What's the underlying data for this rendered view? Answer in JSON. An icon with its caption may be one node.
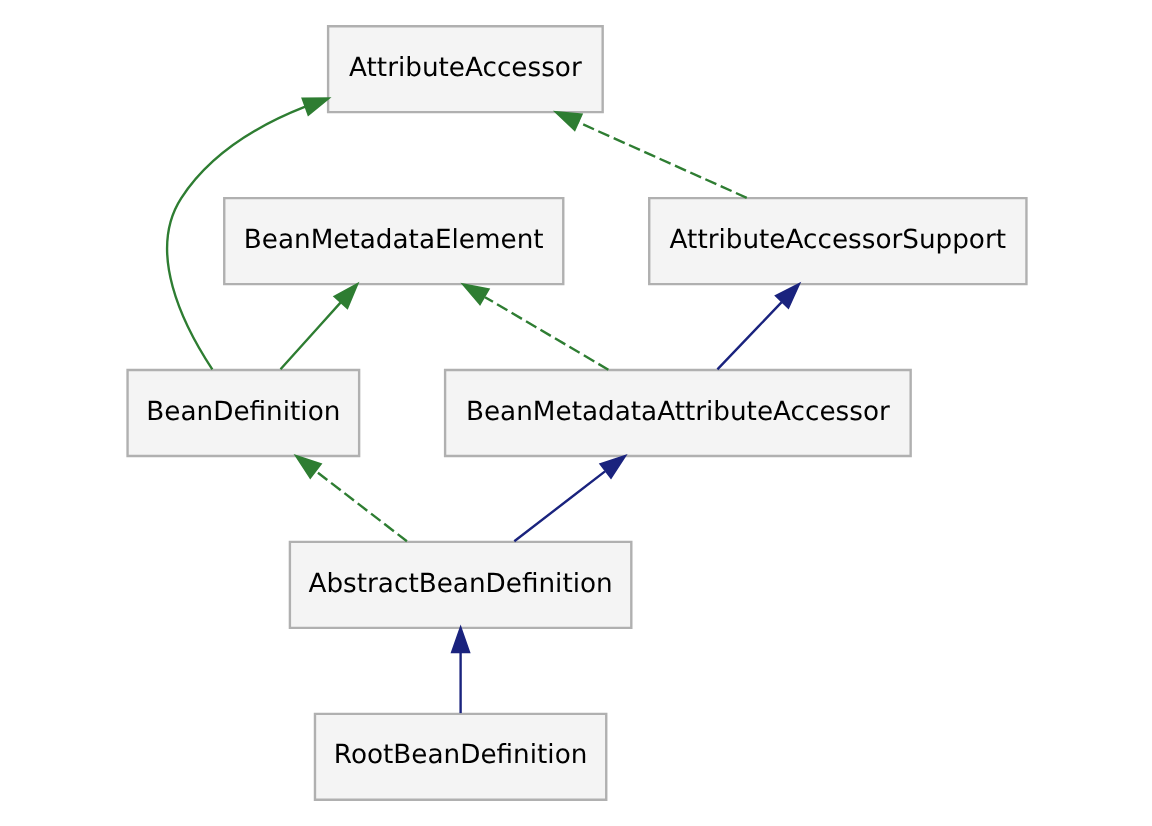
{
  "diagram": {
    "nodes": [
      {
        "text": [
          "AttributeAccessor"
        ]
      },
      {
        "text": [
          "BeanMetadataElement"
        ]
      },
      {
        "text": [
          "AttributeAccessorSupport"
        ]
      },
      {
        "text": [
          "BeanDefinition"
        ]
      },
      {
        "text": [
          "BeanMetadataAttributeAccessor"
        ]
      },
      {
        "text": [
          "AbstractBeanDefinition"
        ]
      },
      {
        "text": [
          "RootBeanDefinition"
        ]
      }
    ],
    "edges": [
      {
        "from": 3,
        "to": 0,
        "arrow": "to"
      },
      {
        "from": 3,
        "to": 1,
        "arrow": "to"
      },
      {
        "from": 2,
        "to": 0,
        "arrow": "to",
        "style": "dashed"
      },
      {
        "from": 4,
        "to": 1,
        "arrow": "to",
        "style": "dashed"
      },
      {
        "from": 4,
        "to": 2,
        "arrow": "to",
        "color": "#1a237e"
      },
      {
        "from": 5,
        "to": 3,
        "arrow": "to",
        "style": "dashed"
      },
      {
        "from": 5,
        "to": 4,
        "arrow": "to",
        "color": "#1a237e"
      },
      {
        "from": 6,
        "to": 5,
        "arrow": "to",
        "color": "#1a237e"
      }
    ]
  }
}
